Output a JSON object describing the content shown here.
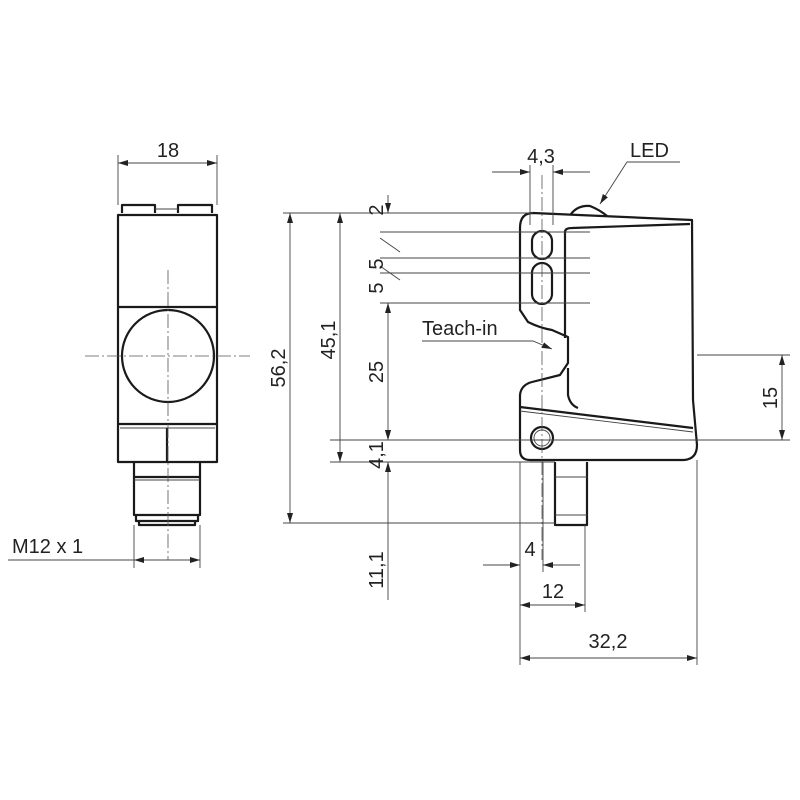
{
  "labels": {
    "width_front": "18",
    "thread": "M12 x 1",
    "total_height": "56,2",
    "body_height": "45,1",
    "lens_offset": "4,3",
    "led": "LED",
    "teach_in": "Teach-in",
    "chain_top": "2",
    "chain_lens1": "5",
    "chain_lens2": "5",
    "chain_mid": "25",
    "chain_hole": "4,1",
    "connector_len": "11,1",
    "side_height": "15",
    "hole_offset": "4",
    "connector_pos": "12",
    "depth": "32,2"
  }
}
